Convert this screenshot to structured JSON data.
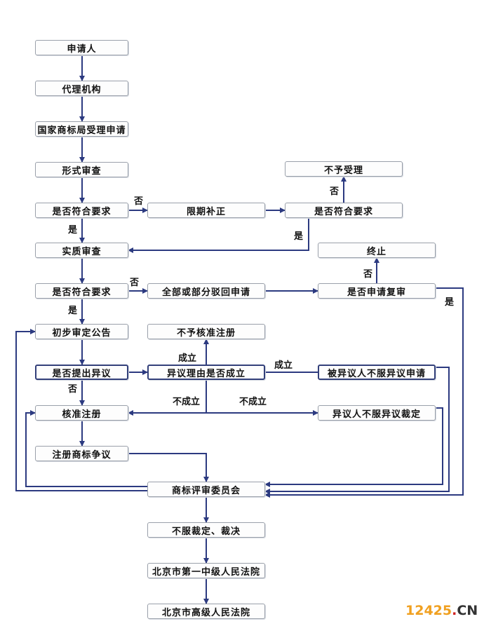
{
  "colors": {
    "line": "#2c3a80",
    "watermark_num": "#f0a020",
    "watermark_dot": "#d02020",
    "watermark_cn": "#333333"
  },
  "nodes": {
    "applicant": "申请人",
    "agency": "代理机构",
    "office_accept": "国家商标局受理申请",
    "formal_review": "形式审查",
    "check1": "是否符合要求",
    "correction": "限期补正",
    "check_correction": "是否符合要求",
    "not_accepted": "不予受理",
    "substantive_review": "实质审查",
    "check2": "是否符合要求",
    "reject": "全部或部分驳回申请",
    "request_review": "是否申请复审",
    "terminate": "终止",
    "preliminary_notice": "初步审定公告",
    "no_approval": "不予核准注册",
    "objection": "是否提出异议",
    "objection_reason": "异议理由是否成立",
    "objected_party_appeal": "被异议人不服异议申请",
    "approve_register": "核准注册",
    "objector_appeal": "异议人不服异议裁定",
    "dispute": "注册商标争议",
    "board": "商标评审委员会",
    "disagree": "不服裁定、裁决",
    "court1": "北京市第一中级人民法院",
    "court2": "北京市高级人民法院"
  },
  "labels": {
    "no_1": "否",
    "yes_1": "是",
    "no_2": "否",
    "yes_2": "是",
    "no_3": "否",
    "yes_3": "是",
    "no_4": "否",
    "yes_4": "是",
    "no_5": "否",
    "established_1": "成立",
    "established_2": "成立",
    "not_established_1": "不成立",
    "not_established_2": "不成立"
  },
  "watermark": {
    "number": "12425",
    "dot": ".",
    "suffix": "CN"
  }
}
